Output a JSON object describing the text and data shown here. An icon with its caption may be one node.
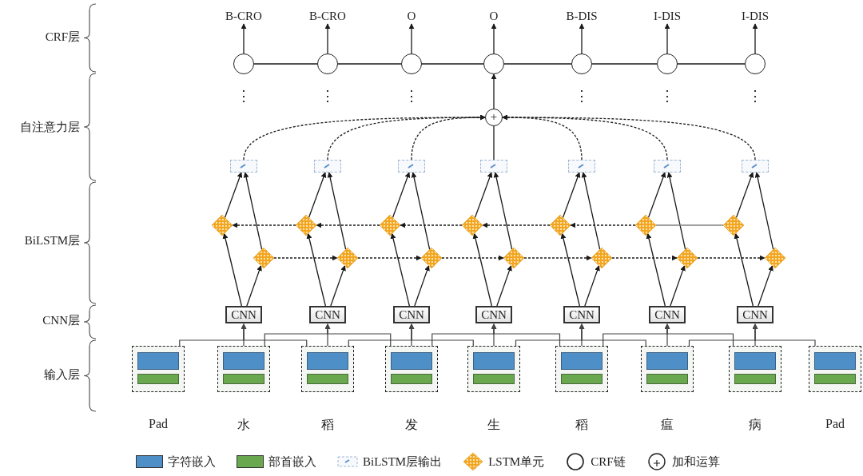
{
  "diagram": {
    "nodes": [
      {
        "text": [
          "B-CRO"
        ]
      },
      {
        "text": [
          "B-CRO"
        ]
      },
      {
        "text": [
          "O"
        ]
      },
      {
        "text": [
          "O"
        ]
      },
      {
        "text": [
          "B-DIS"
        ]
      },
      {
        "text": [
          "I-DIS"
        ]
      },
      {
        "text": [
          "I-DIS"
        ]
      },
      {
        "text": [],
        "shape": "circle"
      },
      {
        "text": [],
        "shape": "circle"
      },
      {
        "text": [],
        "shape": "circle"
      },
      {
        "text": [],
        "shape": "circle"
      },
      {
        "text": [],
        "shape": "circle"
      },
      {
        "text": [],
        "shape": "circle"
      },
      {
        "text": [],
        "shape": "circle"
      },
      {
        "text": [
          "+"
        ]
      },
      {
        "text": [],
        "shape": "box"
      },
      {
        "text": [],
        "shape": "box"
      },
      {
        "text": [],
        "shape": "box"
      },
      {
        "text": [],
        "shape": "box"
      },
      {
        "text": [],
        "shape": "box"
      },
      {
        "text": [],
        "shape": "box"
      },
      {
        "text": [],
        "shape": "box"
      },
      {
        "text": [],
        "shape": "diamond"
      },
      {
        "text": [],
        "shape": "diamond"
      },
      {
        "text": [],
        "shape": "diamond"
      },
      {
        "text": [],
        "shape": "diamond"
      },
      {
        "text": [],
        "shape": "diamond"
      },
      {
        "text": [],
        "shape": "diamond"
      },
      {
        "text": [],
        "shape": "diamond"
      },
      {
        "text": [],
        "shape": "diamond"
      },
      {
        "text": [],
        "shape": "diamond"
      },
      {
        "text": [],
        "shape": "diamond"
      },
      {
        "text": [],
        "shape": "diamond"
      },
      {
        "text": [],
        "shape": "diamond"
      },
      {
        "text": [],
        "shape": "diamond"
      },
      {
        "text": [],
        "shape": "diamond"
      },
      {
        "text": [
          "CNN"
        ]
      },
      {
        "text": [
          "CNN"
        ]
      },
      {
        "text": [
          "CNN"
        ]
      },
      {
        "text": [
          "CNN"
        ]
      },
      {
        "text": [
          "CNN"
        ]
      },
      {
        "text": [
          "CNN"
        ]
      },
      {
        "text": [
          "CNN"
        ]
      },
      {
        "text": [],
        "shape": "box",
        "beside": [
          "Pad"
        ]
      },
      {
        "text": [],
        "shape": "box",
        "beside": [
          "水"
        ]
      },
      {
        "text": [],
        "shape": "box",
        "beside": [
          "稻"
        ]
      },
      {
        "text": [],
        "shape": "box",
        "beside": [
          "发"
        ]
      },
      {
        "text": [],
        "shape": "box",
        "beside": [
          "生"
        ]
      },
      {
        "text": [],
        "shape": "box",
        "beside": [
          "稻"
        ]
      },
      {
        "text": [],
        "shape": "box",
        "beside": [
          "瘟"
        ]
      },
      {
        "text": [],
        "shape": "box",
        "beside": [
          "病"
        ]
      },
      {
        "text": [],
        "shape": "box",
        "beside": [
          "Pad"
        ]
      }
    ],
    "edges": [
      {
        "from": 7,
        "to": 0,
        "arrow": "to"
      },
      {
        "from": 8,
        "to": 1,
        "arrow": "to"
      },
      {
        "from": 9,
        "to": 2,
        "arrow": "to"
      },
      {
        "from": 10,
        "to": 3,
        "arrow": "to"
      },
      {
        "from": 11,
        "to": 4,
        "arrow": "to"
      },
      {
        "from": 12,
        "to": 5,
        "arrow": "to"
      },
      {
        "from": 13,
        "to": 6,
        "arrow": "to"
      },
      {
        "from": 7,
        "to": 8,
        "arrow": "none"
      },
      {
        "from": 8,
        "to": 9,
        "arrow": "none"
      },
      {
        "from": 9,
        "to": 10,
        "arrow": "none"
      },
      {
        "from": 10,
        "to": 11,
        "arrow": "none"
      },
      {
        "from": 11,
        "to": 12,
        "arrow": "none"
      },
      {
        "from": 12,
        "to": 13,
        "arrow": "none"
      },
      {
        "from": 14,
        "to": 10,
        "arrow": "to"
      },
      {
        "from": 15,
        "to": 14,
        "arrow": "to",
        "style": "dashed"
      },
      {
        "from": 16,
        "to": 14,
        "arrow": "to",
        "style": "dashed"
      },
      {
        "from": 17,
        "to": 14,
        "arrow": "to",
        "style": "dashed"
      },
      {
        "from": 18,
        "to": 14,
        "arrow": "none"
      },
      {
        "from": 19,
        "to": 14,
        "arrow": "to",
        "style": "dashed"
      },
      {
        "from": 20,
        "to": 14,
        "arrow": "to",
        "style": "dashed"
      },
      {
        "from": 21,
        "to": 14,
        "arrow": "to",
        "style": "dashed"
      },
      {
        "from": 22,
        "to": 15,
        "arrow": "to"
      },
      {
        "from": 29,
        "to": 15,
        "arrow": "to"
      },
      {
        "from": 23,
        "to": 16,
        "arrow": "to"
      },
      {
        "from": 30,
        "to": 16,
        "arrow": "to"
      },
      {
        "from": 24,
        "to": 17,
        "arrow": "to"
      },
      {
        "from": 31,
        "to": 17,
        "arrow": "to"
      },
      {
        "from": 25,
        "to": 18,
        "arrow": "to"
      },
      {
        "from": 32,
        "to": 18,
        "arrow": "to"
      },
      {
        "from": 26,
        "to": 19,
        "arrow": "to"
      },
      {
        "from": 33,
        "to": 19,
        "arrow": "to"
      },
      {
        "from": 27,
        "to": 20,
        "arrow": "to"
      },
      {
        "from": 34,
        "to": 20,
        "arrow": "to"
      },
      {
        "from": 28,
        "to": 21,
        "arrow": "to"
      },
      {
        "from": 35,
        "to": 21,
        "arrow": "to"
      },
      {
        "from": 23,
        "to": 22,
        "arrow": "to",
        "style": "dashed"
      },
      {
        "from": 24,
        "to": 23,
        "arrow": "to",
        "style": "dashed"
      },
      {
        "from": 25,
        "to": 24,
        "arrow": "to",
        "style": "dashed"
      },
      {
        "from": 26,
        "to": 25,
        "arrow": "to",
        "style": "dashed"
      },
      {
        "from": 27,
        "to": 26,
        "arrow": "to",
        "style": "dashed"
      },
      {
        "from": 28,
        "to": 27,
        "arrow": "none",
        "color": "#808080"
      },
      {
        "from": 29,
        "to": 30,
        "arrow": "to",
        "style": "dashed"
      },
      {
        "from": 30,
        "to": 31,
        "arrow": "to",
        "style": "dashed"
      },
      {
        "from": 31,
        "to": 32,
        "arrow": "to",
        "style": "dashed"
      },
      {
        "from": 32,
        "to": 33,
        "arrow": "to",
        "style": "dashed"
      },
      {
        "from": 33,
        "to": 34,
        "arrow": "to",
        "style": "dashed"
      },
      {
        "from": 34,
        "to": 35,
        "arrow": "to",
        "style": "dashed"
      },
      {
        "from": 36,
        "to": 22,
        "arrow": "to"
      },
      {
        "from": 36,
        "to": 29,
        "arrow": "to"
      },
      {
        "from": 37,
        "to": 23,
        "arrow": "to"
      },
      {
        "from": 37,
        "to": 30,
        "arrow": "to"
      },
      {
        "from": 38,
        "to": 24,
        "arrow": "to"
      },
      {
        "from": 38,
        "to": 31,
        "arrow": "to"
      },
      {
        "from": 39,
        "to": 25,
        "arrow": "to"
      },
      {
        "from": 39,
        "to": 32,
        "arrow": "to"
      },
      {
        "from": 40,
        "to": 26,
        "arrow": "to"
      },
      {
        "from": 40,
        "to": 33,
        "arrow": "to"
      },
      {
        "from": 41,
        "to": 27,
        "arrow": "to"
      },
      {
        "from": 41,
        "to": 34,
        "arrow": "to"
      },
      {
        "from": 42,
        "to": 28,
        "arrow": "to"
      },
      {
        "from": 42,
        "to": 35,
        "arrow": "to"
      },
      {
        "from": 43,
        "to": 36,
        "arrow": "to"
      },
      {
        "from": 44,
        "to": 36,
        "arrow": "to"
      },
      {
        "from": 45,
        "to": 36,
        "arrow": "to"
      },
      {
        "from": 44,
        "to": 37,
        "arrow": "to"
      },
      {
        "from": 45,
        "to": 37,
        "arrow": "to"
      },
      {
        "from": 46,
        "to": 37,
        "arrow": "to"
      },
      {
        "from": 45,
        "to": 38,
        "arrow": "to"
      },
      {
        "from": 46,
        "to": 38,
        "arrow": "to"
      },
      {
        "from": 47,
        "to": 38,
        "arrow": "to"
      },
      {
        "from": 46,
        "to": 39,
        "arrow": "to"
      },
      {
        "from": 47,
        "to": 39,
        "arrow": "to"
      },
      {
        "from": 48,
        "to": 39,
        "arrow": "to"
      },
      {
        "from": 47,
        "to": 40,
        "arrow": "to"
      },
      {
        "from": 48,
        "to": 40,
        "arrow": "to"
      },
      {
        "from": 49,
        "to": 40,
        "arrow": "to"
      },
      {
        "from": 48,
        "to": 41,
        "arrow": "to"
      },
      {
        "from": 49,
        "to": 41,
        "arrow": "to"
      },
      {
        "from": 50,
        "to": 41,
        "arrow": "to"
      },
      {
        "from": 49,
        "to": 42,
        "arrow": "to"
      },
      {
        "from": 50,
        "to": 42,
        "arrow": "to"
      },
      {
        "from": 51,
        "to": 42,
        "arrow": "to"
      }
    ],
    "labels": [
      "CRF层",
      "⋮",
      "⋮",
      "⋮",
      "⋮",
      "⋮",
      "⋮",
      "自注意力层",
      "BiLSTM层",
      "CNN层",
      "输入层"
    ],
    "legend": [
      {
        "text": "字符嵌入",
        "color": "#4f8fc8"
      },
      {
        "text": "部首嵌入",
        "color": "#6aa84f"
      },
      {
        "text": "BiLSTM层输出"
      },
      {
        "text": "LSTM单元"
      },
      {
        "text": "CRF链"
      },
      {
        "text": "加和运算"
      }
    ]
  }
}
